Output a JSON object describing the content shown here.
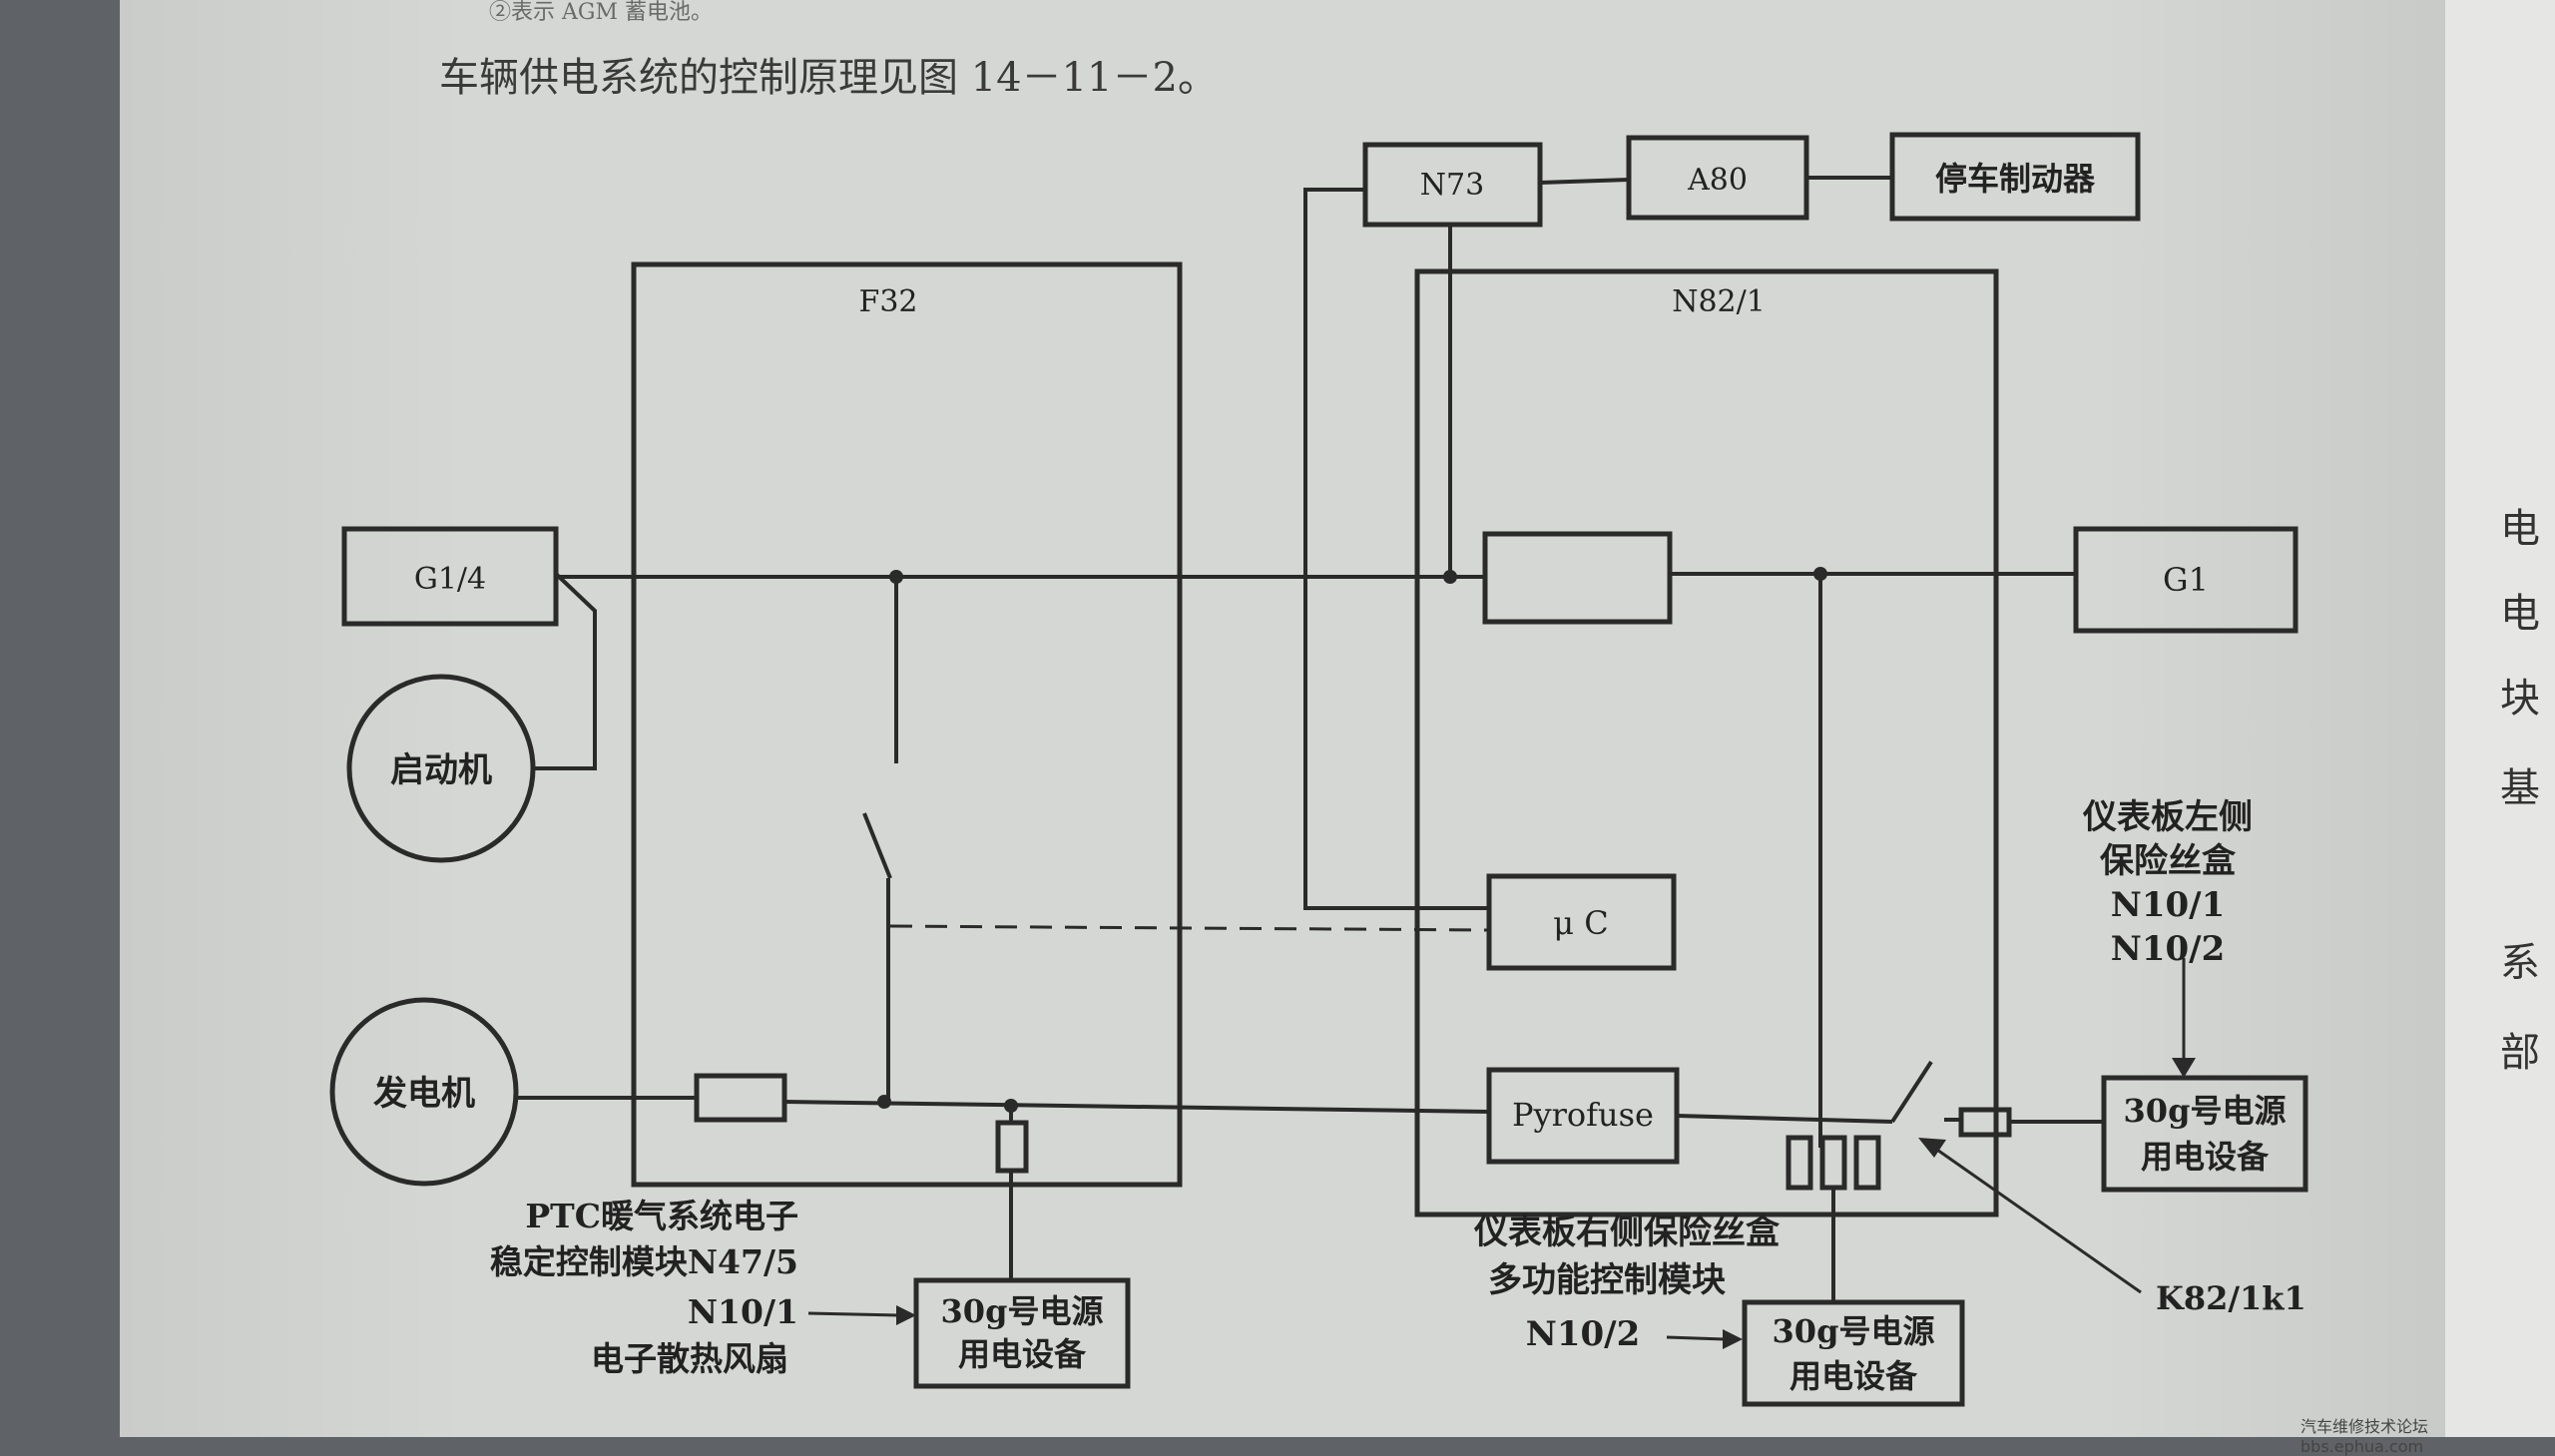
{
  "text": {
    "top_line": "②表示 AGM 蓄电池。",
    "caption": "车辆供电系统的控制原理见图 14－11－2。",
    "footer": "汽车维修技术论坛 bbs.ephua.com"
  },
  "margin_chars": [
    "电",
    "电",
    "块",
    "基",
    "系",
    "部"
  ],
  "diagram": {
    "nodes": {
      "n73": "N73",
      "a80": "A80",
      "brake": "停车制动器",
      "f32": "F32",
      "n82": "N82/1",
      "g14": "G1/4",
      "g1": "G1",
      "starter": "启动机",
      "generator": "发电机",
      "uc": "μ C",
      "pyrofuse": "Pyrofuse",
      "load_left": [
        "30g号电源",
        "用电设备"
      ],
      "load_mid": [
        "30g号电源",
        "用电设备"
      ],
      "load_right": [
        "30g号电源",
        "用电设备"
      ]
    },
    "annotations": {
      "right_fusebox": [
        "仪表板左侧",
        "保险丝盒",
        "N10/1",
        "N10/2"
      ],
      "ptc": [
        "PTC暖气系统电子",
        "稳定控制模块N47/5",
        "N10/1",
        "电子散热风扇"
      ],
      "mid_fusebox": [
        "仪表板右侧保险丝盒",
        "多功能控制模块",
        "N10/2"
      ],
      "relay": "K82/1k1"
    }
  }
}
